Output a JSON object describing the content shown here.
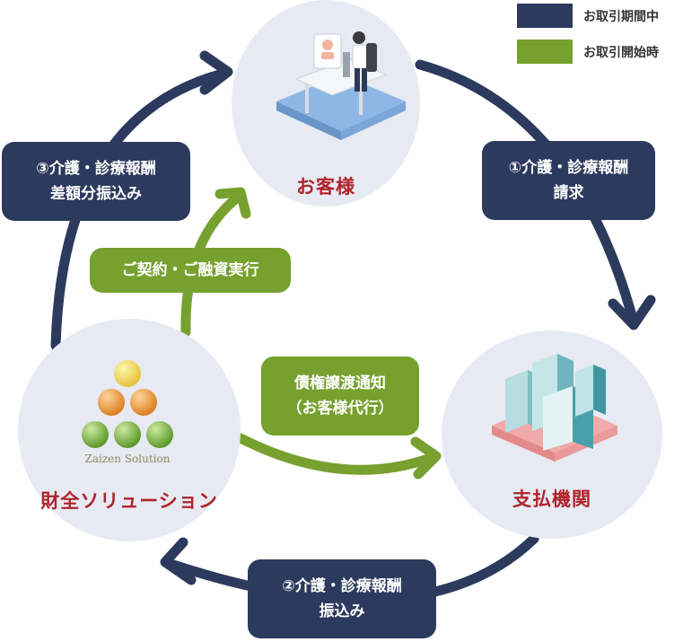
{
  "legend": [
    {
      "label": "お取引期間中",
      "color": "#2c3a5e"
    },
    {
      "label": "お取引開始時",
      "color": "#77a12f"
    }
  ],
  "nodes": {
    "customer": {
      "label": "お客様",
      "icon": "doctor-at-desk-icon"
    },
    "payer": {
      "label": "支払機関",
      "icon": "office-buildings-icon"
    },
    "zaizen": {
      "label": "財全ソリューション",
      "icon": "zaizen-solution-logo",
      "logo_text": "Zaizen Solution"
    }
  },
  "flows": {
    "step1": {
      "line1": "①介護・診療報酬",
      "line2": "請求"
    },
    "step2": {
      "line1": "②介護・診療報酬",
      "line2": "振込み"
    },
    "step3": {
      "line1": "③介護・診療報酬",
      "line2": "差額分振込み"
    },
    "contract": {
      "line1": "ご契約・ご融資実行"
    },
    "notice": {
      "line1": "債権譲渡通知",
      "line2": "（お客様代行）"
    }
  },
  "colors": {
    "navy": "#2c3a5e",
    "green": "#77a12f",
    "accent_red": "#b0232b",
    "circle_bg": "#e7eaf2"
  }
}
